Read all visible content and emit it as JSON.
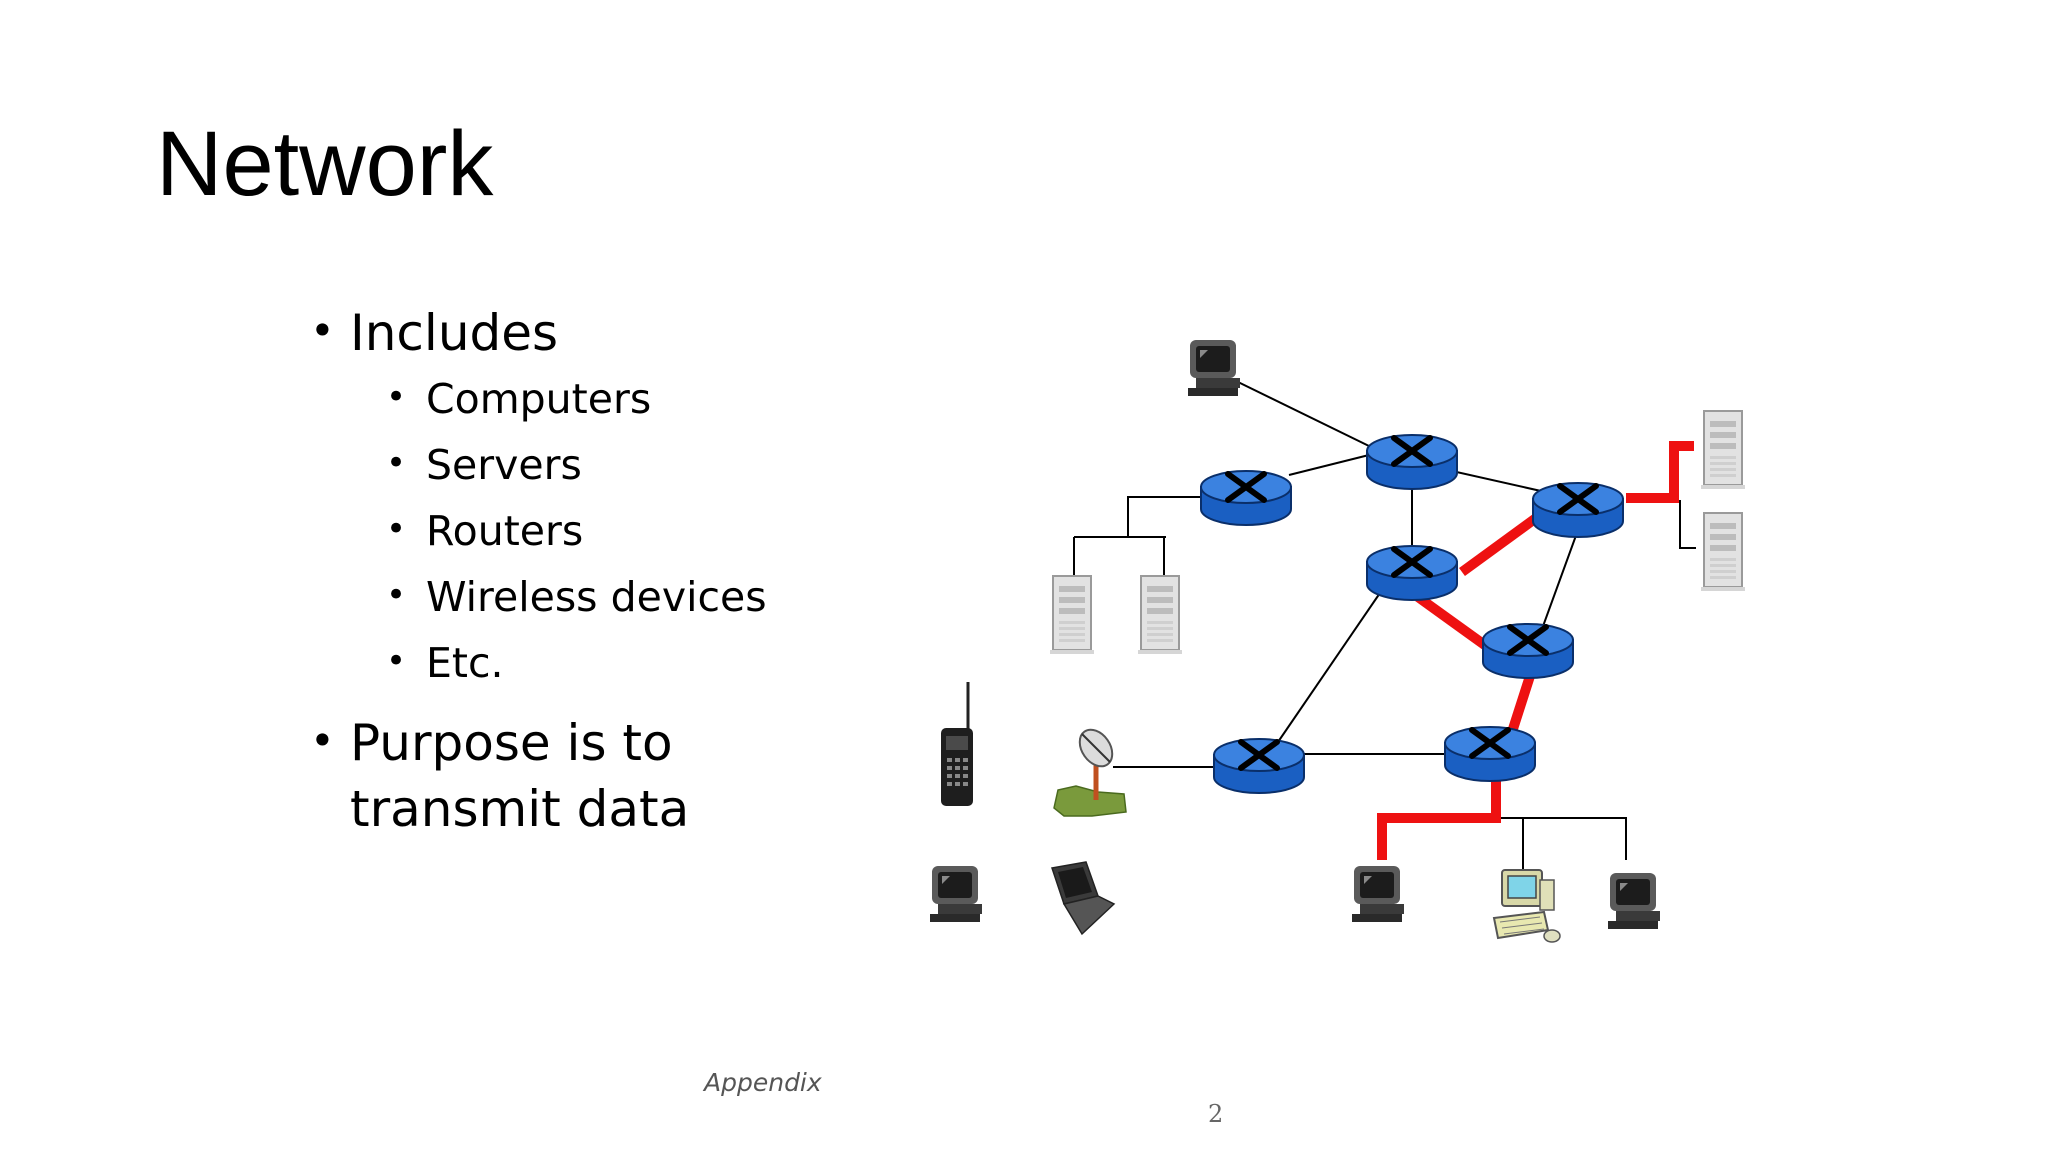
{
  "slide": {
    "title": "Network",
    "bullets": {
      "includes": "Includes",
      "items": [
        "Computers",
        "Servers",
        "Routers",
        "Wireless devices",
        "Etc."
      ],
      "purpose_line1": "Purpose is to",
      "purpose_line2": "transmit data"
    },
    "footer": {
      "appendix": "Appendix",
      "page_number": "2"
    }
  },
  "colors": {
    "router_blue": "#1a5fc2",
    "highlight_path": "#ee1111",
    "link": "#000000"
  },
  "icons": {
    "routers": [
      "router-icon"
    ],
    "hosts": [
      "desktop-computer-icon",
      "server-tower-icon",
      "mobile-phone-icon",
      "satellite-dish-icon",
      "laptop-icon",
      "workstation-icon"
    ]
  }
}
